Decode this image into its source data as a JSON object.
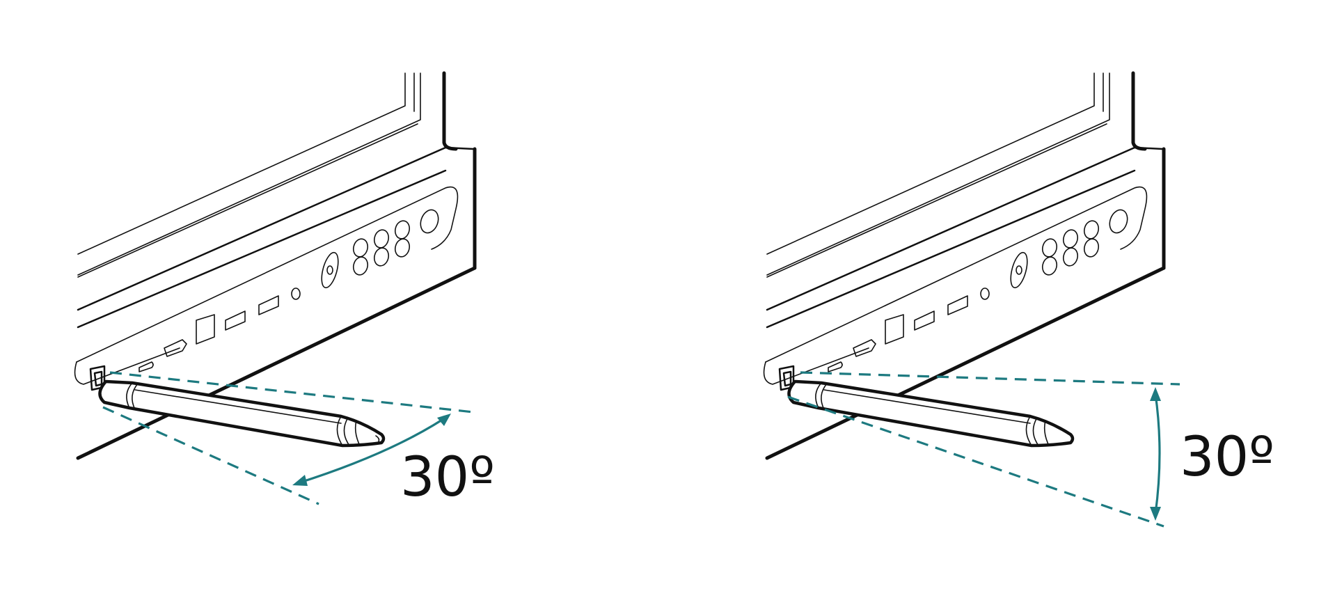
{
  "colors": {
    "line": "#111111",
    "accent": "#1d7a80",
    "background": "#ffffff"
  },
  "panels": [
    {
      "id": "tilt-horizontal",
      "angle_label": "30º"
    },
    {
      "id": "tilt-vertical",
      "angle_label": "30º"
    }
  ]
}
